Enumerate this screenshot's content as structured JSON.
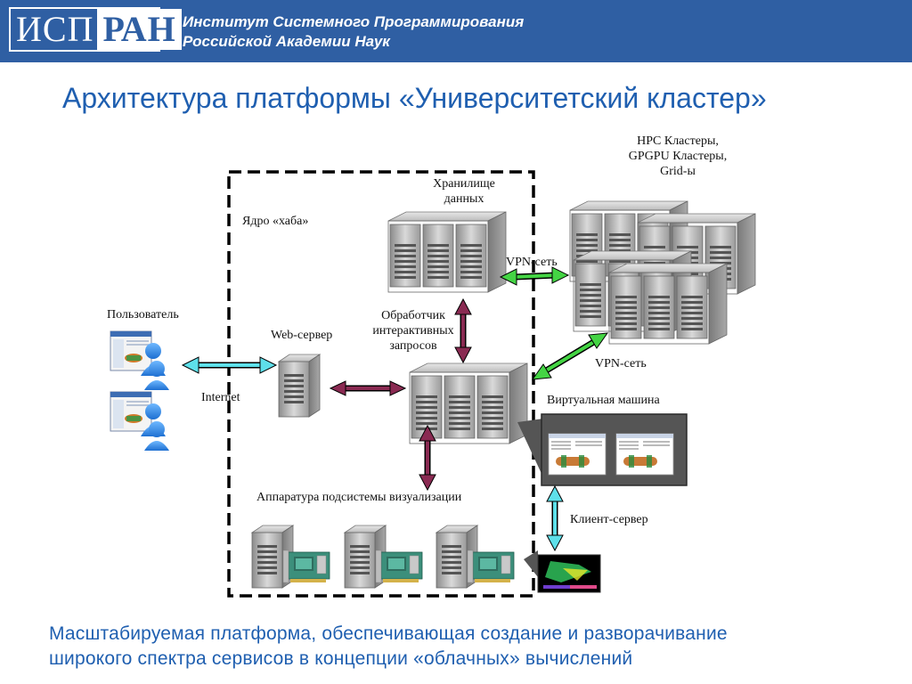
{
  "header": {
    "logo_left": "ИСП",
    "logo_right": "РАН",
    "institute_line1": "Институт Системного Программирования",
    "institute_line2": "Российской Академии Наук"
  },
  "slide_title": "Архитектура платформы «Университетский кластер»",
  "labels": {
    "hub_core": "Ядро «хаба»",
    "storage_line1": "Хранилище",
    "storage_line2": "данных",
    "clusters_line1": "HPC Кластеры,",
    "clusters_line2": "GPGPU Кластеры,",
    "clusters_line3": "Grid-ы",
    "vpn_top": "VPN-сеть",
    "vpn_bottom": "VPN-сеть",
    "user": "Пользователь",
    "web_server": "Web-сервер",
    "handler_line1": "Обработчик",
    "handler_line2": "интерактивных",
    "handler_line3": "запросов",
    "internet": "Internet",
    "virtual_machine": "Виртуальная машина",
    "visualization_hw": "Аппаратура подсистемы визуализации",
    "client_server": "Клиент-сервер"
  },
  "footer": {
    "line1": "Масштабируемая платформа, обеспечивающая создание и разворачивание",
    "line2": "широкого спектра сервисов в концепции «облачных» вычислений"
  },
  "colors": {
    "header_bg": "#2f5fa3",
    "title_text": "#1f5fb0",
    "arrow_green": "#44d444",
    "arrow_cyan": "#5ee0ea",
    "arrow_purple": "#8a2a52"
  }
}
